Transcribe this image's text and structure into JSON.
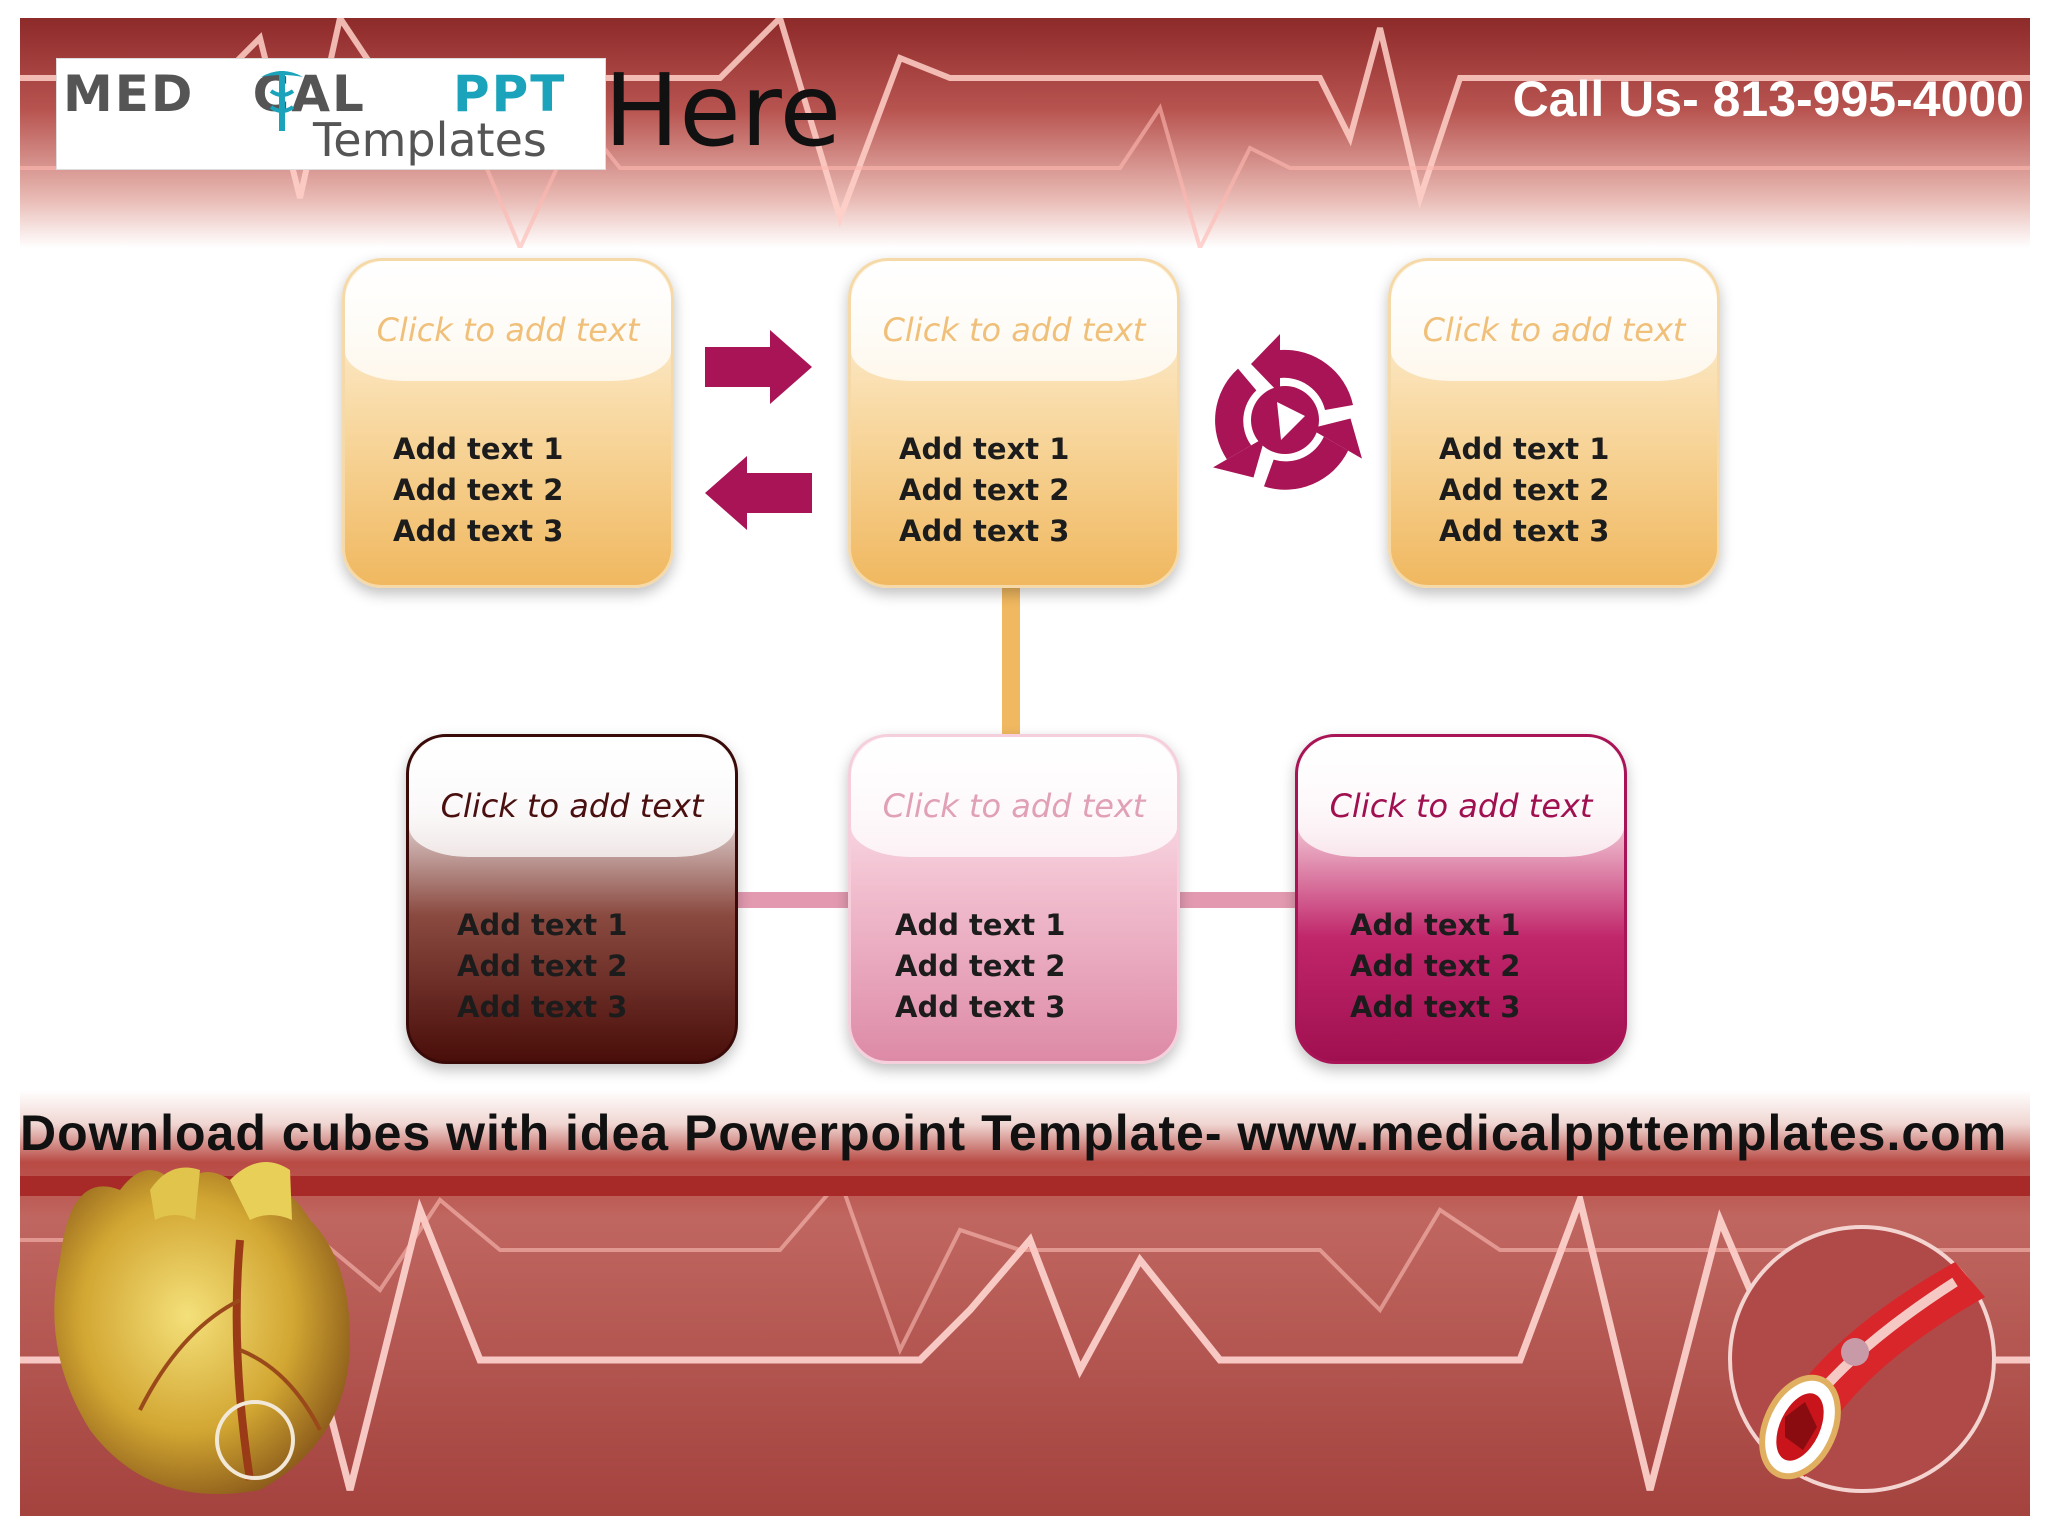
{
  "header": {
    "logo": {
      "word1": "MED",
      "word2": "CAL",
      "word3": "PPT",
      "subtitle": "Templates"
    },
    "title": "Here",
    "phone": "Call Us- 813-995-4000"
  },
  "cubes": {
    "top_left": {
      "title": "Click to add text",
      "lines": [
        "Add text 1",
        "Add text 2",
        "Add text 3"
      ],
      "color": "#f0b860"
    },
    "top_center": {
      "title": "Click to add text",
      "lines": [
        "Add text 1",
        "Add text 2",
        "Add text 3"
      ],
      "color": "#f0b860"
    },
    "top_right": {
      "title": "Click to add text",
      "lines": [
        "Add text 1",
        "Add text 2",
        "Add text 3"
      ],
      "color": "#f0b860"
    },
    "bottom_left": {
      "title": "Click to add text",
      "lines": [
        "Add text 1",
        "Add text 2",
        "Add text 3"
      ],
      "color": "#4a0e0a"
    },
    "bottom_center": {
      "title": "Click to add text",
      "lines": [
        "Add text 1",
        "Add text 2",
        "Add text 3"
      ],
      "color": "#dd8aa6"
    },
    "bottom_right": {
      "title": "Click to add text",
      "lines": [
        "Add text 1",
        "Add text 2",
        "Add text 3"
      ],
      "color": "#a01050"
    }
  },
  "icons": {
    "arrow_right": "arrow-right-icon",
    "arrow_left": "arrow-left-icon",
    "cycle": "cycle-arrows-icon",
    "heart": "heart-anatomy-icon",
    "artery": "artery-cross-section-icon"
  },
  "colors": {
    "accent": "#a81455",
    "banner": "#b85450",
    "connector_orange": "#f0b860",
    "connector_pink": "#e39ab0"
  },
  "footer": {
    "caption": "Download cubes with idea Powerpoint Template- www.medicalppttemplates.com"
  }
}
